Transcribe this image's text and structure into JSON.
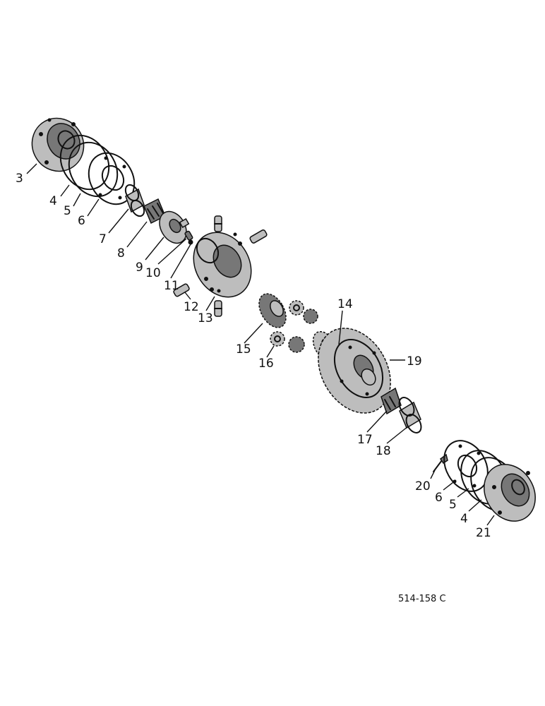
{
  "callouts": {
    "c3": "3",
    "c4a": "4",
    "c5a": "5",
    "c6a": "6",
    "c7": "7",
    "c8": "8",
    "c9": "9",
    "c10": "10",
    "c11": "11",
    "c12": "12",
    "c13": "13",
    "c14": "14",
    "c15": "15",
    "c16": "16",
    "c17": "17",
    "c18": "18",
    "c19": "19",
    "c20": "20",
    "c6b": "6",
    "c5b": "5",
    "c4b": "4",
    "c21": "21"
  },
  "drawing_code": "514-158 C"
}
